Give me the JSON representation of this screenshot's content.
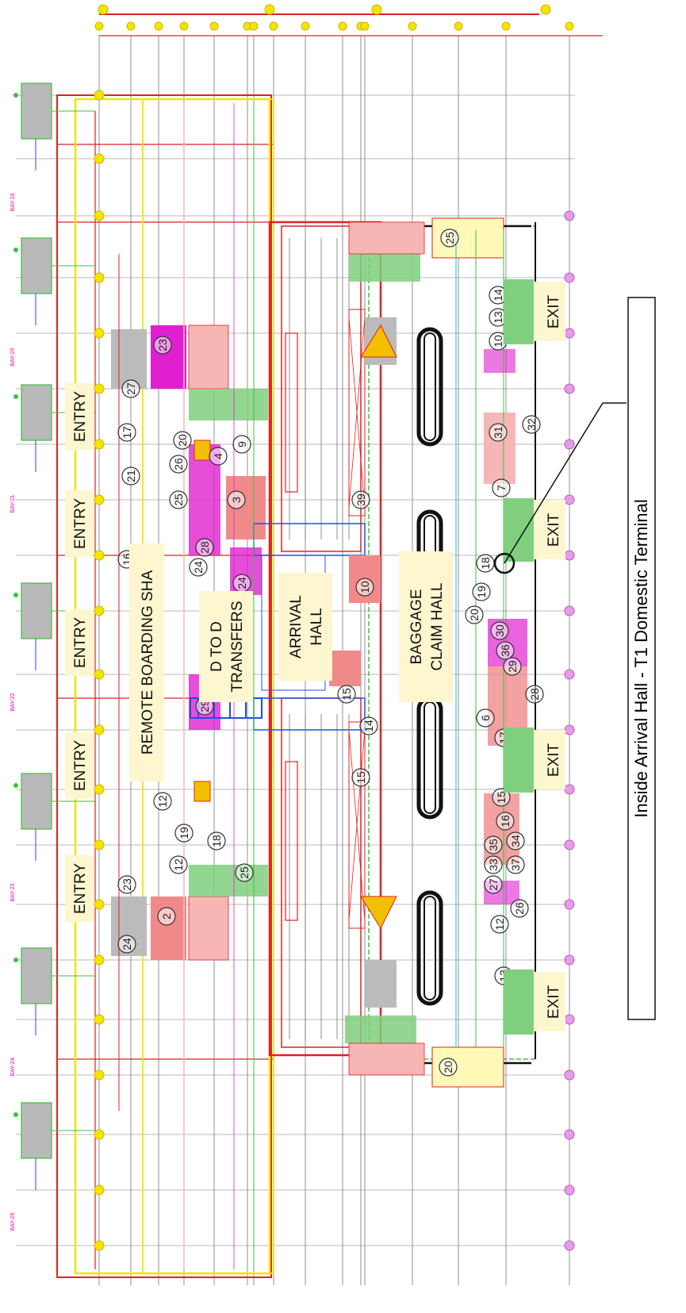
{
  "caption": "Inside Arrival Hall - T1 Domestic Terminal",
  "areas": {
    "remote_boarding": "REMOTE BOARDING SHA",
    "d_to_d_line1": "D TO D",
    "d_to_d_line2": "TRANSFERS",
    "arrival_line1": "ARRIVAL",
    "arrival_line2": "HALL",
    "baggage_line1": "BAGGAGE",
    "baggage_line2": "CLAIM HALL"
  },
  "entries": [
    "ENTRY",
    "ENTRY",
    "ENTRY",
    "ENTRY",
    "ENTRY"
  ],
  "exits": [
    "EXIT",
    "EXIT",
    "EXIT",
    "EXIT"
  ],
  "bay_labels": [
    "BAY-19",
    "BAY-20",
    "BAY-21",
    "BAY-22",
    "BAY-23",
    "BAY-24",
    "BAY-25"
  ],
  "markers": [
    "23",
    "27",
    "17",
    "20",
    "26",
    "25",
    "21",
    "16",
    "3",
    "9",
    "24",
    "24",
    "28",
    "29",
    "4",
    "12",
    "19",
    "18",
    "23",
    "24",
    "2",
    "12",
    "25",
    "15",
    "10",
    "39",
    "14",
    "15",
    "25",
    "31",
    "32",
    "10",
    "13",
    "14",
    "7",
    "18",
    "19",
    "20",
    "30",
    "36",
    "29",
    "28",
    "6",
    "17",
    "16",
    "15",
    "27",
    "33",
    "35",
    "37",
    "34",
    "12",
    "26",
    "13",
    "20"
  ],
  "colors": {
    "grid": "#777777",
    "grid_red": "#e02020",
    "wall_yellow": "#f2e600",
    "green": "#3fbf3f",
    "magenta": "#e020d0",
    "salmon": "#f08a8a",
    "label_bg": "#fdf6cf",
    "exit_green": "#7fcf7f",
    "belt": "#111111",
    "node_yellow": "#f4e400",
    "node_violet": "#e79be8"
  }
}
